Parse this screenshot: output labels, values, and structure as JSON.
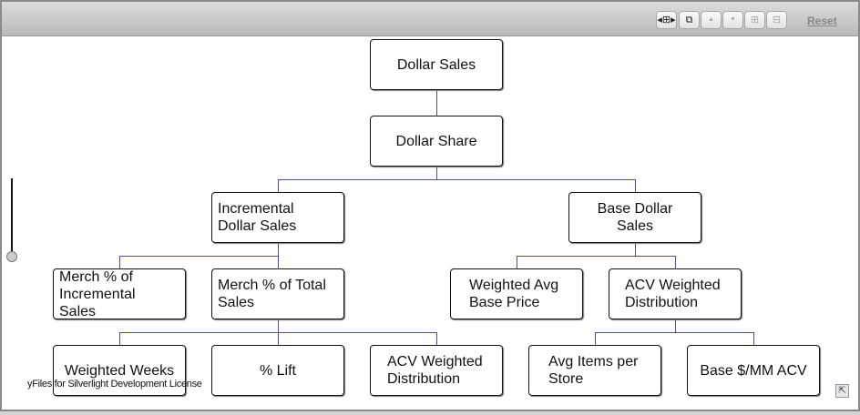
{
  "toolbar": {
    "buttons": [
      {
        "name": "fit-content",
        "icon": "fit-arrows-icon",
        "symbol": "◂⊞▸",
        "enabled": true
      },
      {
        "name": "overview",
        "icon": "stacked-windows-icon",
        "symbol": "⧉",
        "enabled": true
      },
      {
        "name": "move-up",
        "icon": "triangle-up-icon",
        "symbol": "▲",
        "enabled": false
      },
      {
        "name": "move-down",
        "icon": "triangle-down-icon",
        "symbol": "▼",
        "enabled": false
      },
      {
        "name": "expand",
        "icon": "plus-box-icon",
        "symbol": "⊞",
        "enabled": false
      },
      {
        "name": "collapse",
        "icon": "minus-box-icon",
        "symbol": "⊟",
        "enabled": false
      }
    ],
    "reset_label": "Reset"
  },
  "nodes": [
    {
      "id": "dollar-sales",
      "label": "Dollar Sales"
    },
    {
      "id": "dollar-share",
      "label": "Dollar Share"
    },
    {
      "id": "incremental-dollar-sales",
      "label": "Incremental Dollar Sales"
    },
    {
      "id": "base-dollar-sales",
      "label": "Base Dollar Sales"
    },
    {
      "id": "merch-incremental",
      "label": "Merch % of Incremental Sales"
    },
    {
      "id": "merch-total",
      "label": "Merch % of Total Sales"
    },
    {
      "id": "weighted-avg-base-price",
      "label": "Weighted Avg Base Price"
    },
    {
      "id": "acv-weighted-distribution-1",
      "label": "ACV Weighted Distribution"
    },
    {
      "id": "weighted-weeks",
      "label": "Weighted Weeks"
    },
    {
      "id": "pct-lift",
      "label": "% Lift"
    },
    {
      "id": "acv-weighted-distribution-2",
      "label": "ACV Weighted Distribution"
    },
    {
      "id": "avg-items-per-store",
      "label": "Avg Items per Store"
    },
    {
      "id": "base-mm-acv",
      "label": "Base $/MM ACV"
    }
  ],
  "license_text": "yFiles for Silverlight Development License",
  "colors": {
    "edge": "#4a4ab4",
    "trunk": "#555555"
  }
}
